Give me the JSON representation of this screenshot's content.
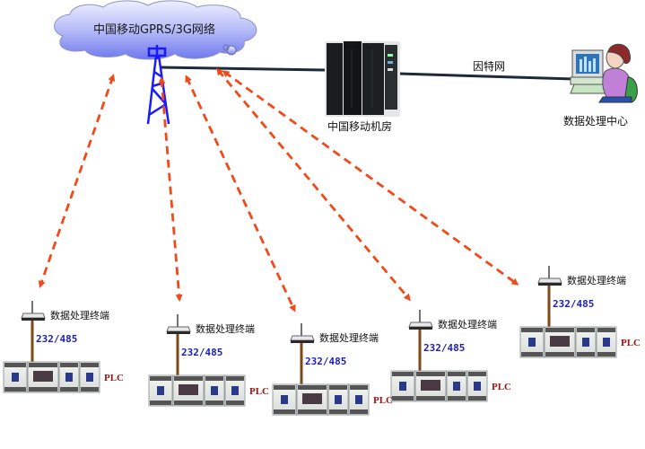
{
  "network": {
    "cloud_label": "中国移动GPRS/3G网络",
    "server_room_label": "中国移动机房",
    "internet_label": "因特网",
    "data_center_label": "数据处理中心"
  },
  "terminals": [
    {
      "terminal_label": "数据处理终端",
      "interface_label": "232/485",
      "device_label": "PLC"
    },
    {
      "terminal_label": "数据处理终端",
      "interface_label": "232/485",
      "device_label": "PLC"
    },
    {
      "terminal_label": "数据处理终端",
      "interface_label": "232/485",
      "device_label": "PLC"
    },
    {
      "terminal_label": "数据处理终端",
      "interface_label": "232/485",
      "device_label": "PLC"
    },
    {
      "terminal_label": "数据处理终端",
      "interface_label": "232/485",
      "device_label": "PLC"
    }
  ],
  "colors": {
    "cloud_fill_top": "#e8eaff",
    "cloud_fill_bottom": "#7d86f0",
    "tower": "#1a1aff",
    "link_line": "#1c2a3a",
    "wireless_arrow": "#f04a1a",
    "interface_text": "#1b1fb5",
    "plc_text": "#9b1010",
    "cable": "#7a4a1a"
  }
}
